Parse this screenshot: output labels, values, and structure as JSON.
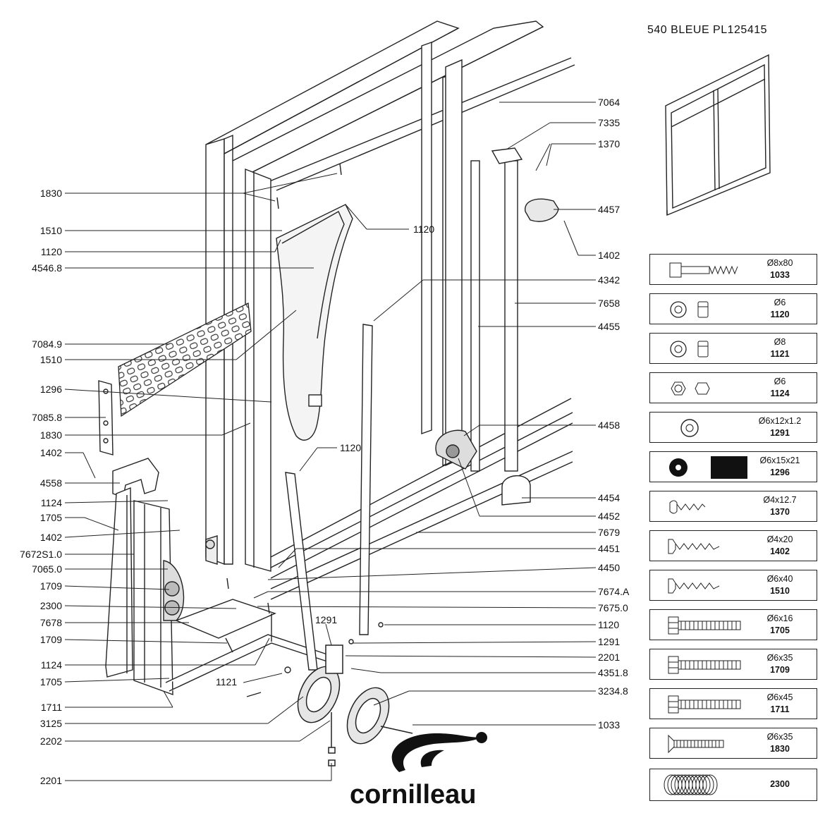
{
  "header": {
    "title": "540  BLEUE  PL125415"
  },
  "brand": {
    "name": "cornilleau"
  },
  "callouts_left": [
    "1830",
    "1510",
    "1120",
    "4546.8",
    "7084.9",
    "1510",
    "1296",
    "7085.8",
    "1830",
    "1402",
    "4558",
    "1124",
    "1705",
    "1402",
    "7672S1.0",
    "7065.0",
    "1709",
    "2300",
    "7678",
    "1709",
    "1124",
    "1705",
    "1711",
    "3125",
    "2202",
    "2201"
  ],
  "callouts_right": [
    "7064",
    "7335",
    "1370",
    "4457",
    "1402",
    "4342",
    "7658",
    "4455",
    "4458",
    "4454",
    "4452",
    "7679",
    "4451",
    "4450",
    "7674.A",
    "7675.0",
    "1120",
    "1291",
    "2201",
    "4351.8",
    "3234.8",
    "1033"
  ],
  "callouts_inner": [
    "1120",
    "1120",
    "1291",
    "1121"
  ],
  "hardware": [
    {
      "dim": "Ø8x80",
      "code": "1033",
      "icon": "long-bolt-icon"
    },
    {
      "dim": "Ø6",
      "code": "1120",
      "icon": "washer-nut-icon"
    },
    {
      "dim": "Ø8",
      "code": "1121",
      "icon": "washer-nut-icon"
    },
    {
      "dim": "Ø6",
      "code": "1124",
      "icon": "hex-nut-icon"
    },
    {
      "dim": "Ø6x12x1.2",
      "code": "1291",
      "icon": "flat-washer-icon"
    },
    {
      "dim": "Ø6x15x21",
      "code": "1296",
      "icon": "rubber-pad-icon"
    },
    {
      "dim": "Ø4x12.7",
      "code": "1370",
      "icon": "small-screw-icon"
    },
    {
      "dim": "Ø4x20",
      "code": "1402",
      "icon": "wood-screw-icon"
    },
    {
      "dim": "Ø6x40",
      "code": "1510",
      "icon": "wood-screw-icon"
    },
    {
      "dim": "Ø6x16",
      "code": "1705",
      "icon": "hex-bolt-icon"
    },
    {
      "dim": "Ø6x35",
      "code": "1709",
      "icon": "hex-bolt-icon"
    },
    {
      "dim": "Ø6x45",
      "code": "1711",
      "icon": "hex-bolt-icon"
    },
    {
      "dim": "Ø6x35",
      "code": "1830",
      "icon": "countersunk-bolt-icon"
    },
    {
      "dim": "",
      "code": "2300",
      "icon": "spring-ring-icon"
    }
  ]
}
